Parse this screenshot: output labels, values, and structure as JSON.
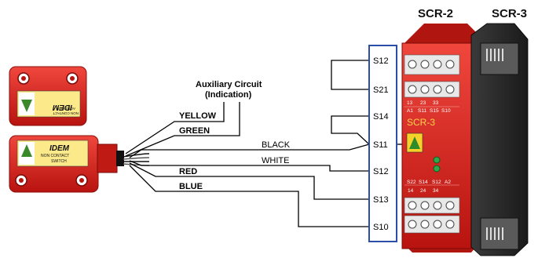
{
  "header": {
    "model_left": "SCR-2",
    "model_right": "SCR-3"
  },
  "aux": {
    "line1": "Auxiliary  Circuit",
    "line2": "(Indication)"
  },
  "wires": [
    {
      "name": "YELLOW",
      "color": "#f2c200"
    },
    {
      "name": "GREEN",
      "color": "#2a9d3a"
    },
    {
      "name": "BLACK",
      "color": "#000000"
    },
    {
      "name": "WHITE",
      "color": "#ffffff"
    },
    {
      "name": "RED",
      "color": "#d9001b"
    },
    {
      "name": "BLUE",
      "color": "#1f4fb5"
    }
  ],
  "terminals": [
    "S12",
    "S21",
    "S14",
    "S11",
    "S12",
    "S13",
    "S10"
  ],
  "actuator": {
    "brand": "IDEM",
    "line1": "NON CONTACT",
    "line2": "ACTUATOR"
  },
  "switch": {
    "brand": "IDEM",
    "line1": "NON CONTACT",
    "line2": "SWITCH"
  },
  "relay": {
    "model": "SCR-3",
    "top_terminals": [
      "13",
      "23",
      "33"
    ],
    "top_terminals_2": [
      "A1",
      "S11",
      "S15",
      "S10"
    ],
    "bottom_terminals": [
      "S22",
      "S14",
      "S12",
      "A2"
    ],
    "bottom_terminals_2": [
      "14",
      "24",
      "34"
    ]
  },
  "colors": {
    "relay_red": "#e0201f",
    "relay_dark": "#2a2a2a",
    "terminal_box": "#2b4fa8",
    "sensor_red": "#d3221c"
  }
}
